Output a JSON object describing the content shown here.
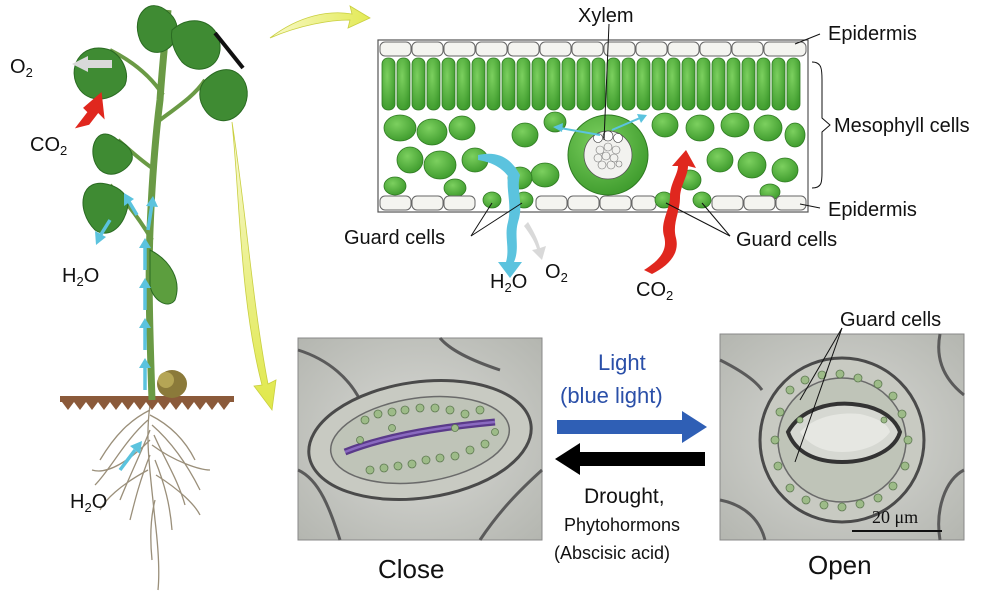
{
  "plant": {
    "o2_label": "O",
    "o2_sub": "2",
    "co2_label": "CO",
    "co2_sub": "2",
    "h2o_leaf_label": "H",
    "h2o_leaf_sub": "2",
    "h2o_leaf_tail": "O",
    "h2o_root_label": "H",
    "h2o_root_sub": "2",
    "h2o_root_tail": "O"
  },
  "cross_section": {
    "xylem": "Xylem",
    "epidermis_top": "Epidermis",
    "mesophyll": "Mesophyll cells",
    "epidermis_bottom": "Epidermis",
    "guard_left": "Guard cells",
    "guard_right": "Guard cells",
    "h2o": "H",
    "h2o_sub": "2",
    "h2o_tail": "O",
    "o2": "O",
    "o2_sub": "2",
    "co2": "CO",
    "co2_sub": "2"
  },
  "stomata": {
    "light_line1": "Light",
    "light_line2": "(blue light)",
    "drought": "Drought,",
    "phyto": "Phytohormons",
    "abscisic": "(Abscisic acid)",
    "close": "Close",
    "open": "Open",
    "guard_cells": "Guard cells",
    "scale": "20 μm"
  },
  "colors": {
    "co2_arrow": "#e0271e",
    "h2o_arrow": "#5bc3de",
    "o2_arrow": "#d9d9d9",
    "light_arrow": "#2f5fb5",
    "dark_arrow": "#000000",
    "leaf_green": "#4faa3c",
    "callout_yellow": "#e9ee6a"
  }
}
